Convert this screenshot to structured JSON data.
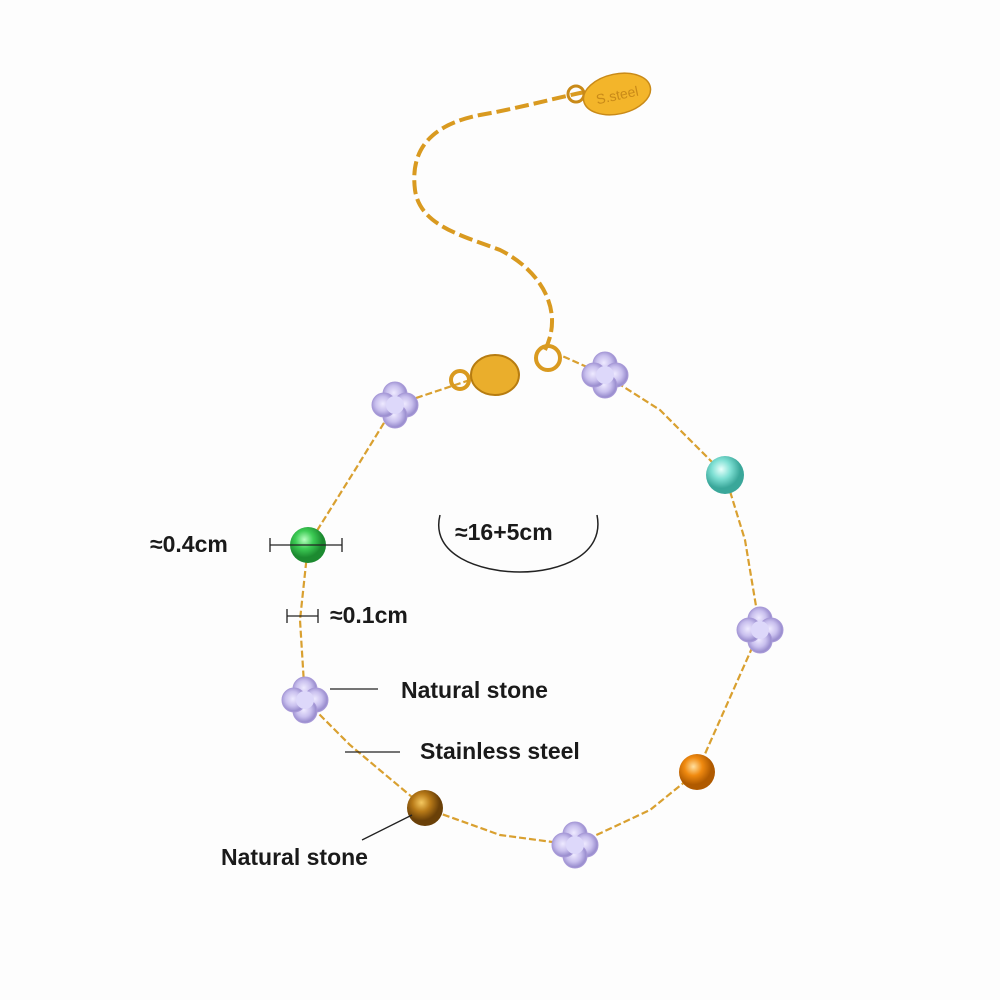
{
  "tag_text": "S.steel",
  "annotations": {
    "bead_size": "≈0.4cm",
    "chain_width": "≈0.1cm",
    "length": "≈16+5cm",
    "flower_label": "Natural stone",
    "chain_label": "Stainless steel",
    "round_label": "Natural stone"
  },
  "colors": {
    "gold": "#d9a030",
    "lavender": "#c9c0ee",
    "green": "#3dcc55",
    "teal": "#7fe0d4",
    "orange": "#f08a10",
    "tiger": "#b87a18"
  }
}
